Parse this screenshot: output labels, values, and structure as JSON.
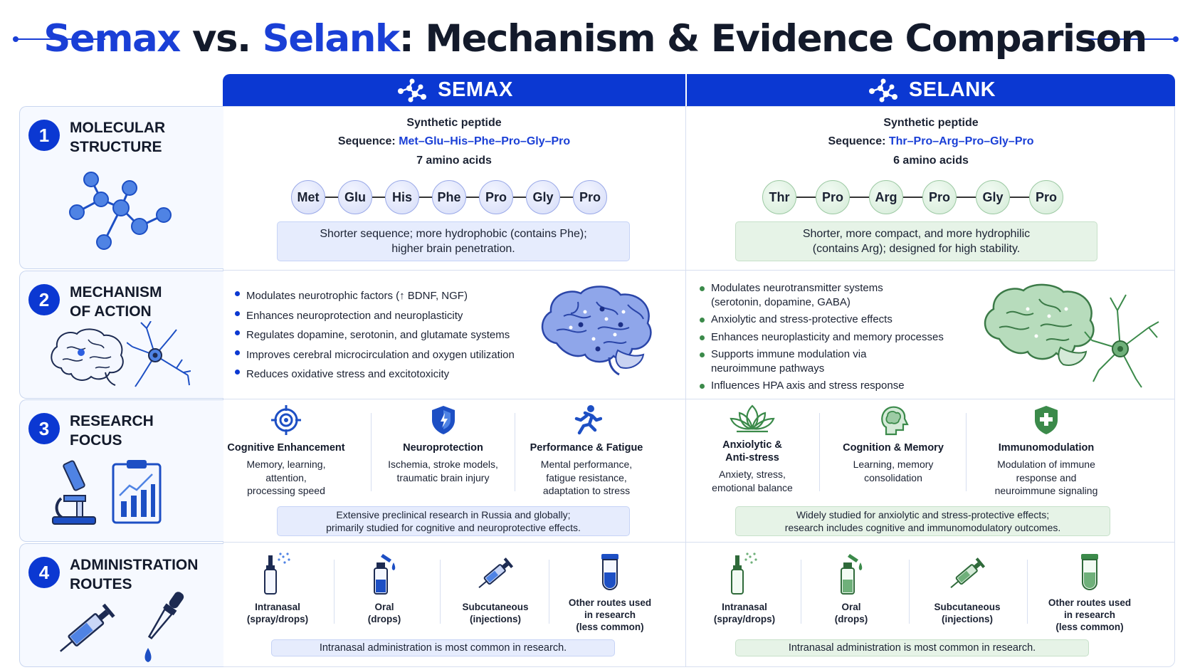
{
  "title": {
    "part1": "Semax",
    "part2": "vs.",
    "part3": "Selank",
    "part4": ": Mechanism & Evidence Comparison"
  },
  "columns": {
    "semax": "SEMAX",
    "selank": "SELANK"
  },
  "rows": [
    {
      "num": "1",
      "label": "MOLECULAR\nSTRUCTURE"
    },
    {
      "num": "2",
      "label": "MECHANISM\nOF ACTION"
    },
    {
      "num": "3",
      "label": "RESEARCH\nFOCUS"
    },
    {
      "num": "4",
      "label": "ADMINISTRATION\nROUTES"
    }
  ],
  "structure": {
    "semax": {
      "type": "Synthetic peptide",
      "seq_label": "Sequence:",
      "sequence": "Met–Glu–His–Phe–Pro–Gly–Pro",
      "count": "7 amino acids",
      "residues": [
        "Met",
        "Glu",
        "His",
        "Phe",
        "Pro",
        "Gly",
        "Pro"
      ],
      "note_line1": "Shorter sequence; more hydrophobic (contains Phe);",
      "note_line2": "higher brain penetration."
    },
    "selank": {
      "type": "Synthetic peptide",
      "seq_label": "Sequence:",
      "sequence": "Thr–Pro–Arg–Pro–Gly–Pro",
      "count": "6 amino acids",
      "residues": [
        "Thr",
        "Pro",
        "Arg",
        "Pro",
        "Gly",
        "Pro"
      ],
      "note_line1": "Shorter, more compact, and more hydrophilic",
      "note_line2": "(contains Arg); designed for high stability."
    }
  },
  "mechanism": {
    "semax": [
      "Modulates neurotrophic factors (↑ BDNF, NGF)",
      "Enhances neuroprotection and neuroplasticity",
      "Regulates dopamine, serotonin, and glutamate systems",
      "Improves cerebral microcirculation and oxygen utilization",
      "Reduces oxidative stress and excitotoxicity"
    ],
    "selank": [
      "Modulates neurotransmitter systems\n(serotonin, dopamine, GABA)",
      "Anxiolytic and stress-protective effects",
      "Enhances neuroplasticity and memory processes",
      "Supports immune modulation via\nneuroimmune pathways",
      "Influences HPA axis and stress response"
    ]
  },
  "research": {
    "semax": {
      "items": [
        {
          "icon": "target-icon",
          "head": "Cognitive Enhancement",
          "desc": "Memory, learning, attention,\nprocessing speed"
        },
        {
          "icon": "shield-icon",
          "head": "Neuroprotection",
          "desc": "Ischemia, stroke models,\ntraumatic brain injury"
        },
        {
          "icon": "runner-icon",
          "head": "Performance & Fatigue",
          "desc": "Mental performance,\nfatigue resistance,\nadaptation to stress"
        }
      ],
      "note_line1": "Extensive preclinical research in Russia and globally;",
      "note_line2": "primarily studied for cognitive and neuroprotective effects."
    },
    "selank": {
      "items": [
        {
          "icon": "lotus-icon",
          "head": "Anxiolytic &\nAnti-stress",
          "desc": "Anxiety, stress,\nemotional balance"
        },
        {
          "icon": "head-icon",
          "head": "Cognition & Memory",
          "desc": "Learning, memory\nconsolidation"
        },
        {
          "icon": "shield-plus-icon",
          "head": "Immunomodulation",
          "desc": "Modulation of immune\nresponse and\nneuroimmune signaling"
        }
      ],
      "note_line1": "Widely studied for anxiolytic and stress-protective effects;",
      "note_line2": "research includes cognitive and immunomodulatory outcomes."
    }
  },
  "routes": {
    "semax": [
      {
        "icon": "spray-icon",
        "label": "Intranasal\n(spray/drops)"
      },
      {
        "icon": "dropper-bottle-icon",
        "label": "Oral\n(drops)"
      },
      {
        "icon": "syringe-icon",
        "label": "Subcutaneous\n(injections)"
      },
      {
        "icon": "vial-icon",
        "label": "Other routes used\nin research\n(less common)"
      }
    ],
    "selank": [
      {
        "icon": "spray-icon",
        "label": "Intranasal\n(spray/drops)"
      },
      {
        "icon": "dropper-bottle-icon",
        "label": "Oral\n(drops)"
      },
      {
        "icon": "syringe-icon",
        "label": "Subcutaneous\n(injections)"
      },
      {
        "icon": "vial-icon",
        "label": "Other routes used\nin research\n(less common)"
      }
    ],
    "semax_note": "Intranasal administration is most common in research.",
    "selank_note": "Intranasal administration is most common in research."
  },
  "colors": {
    "primary": "#0b38d2",
    "semax_tint": "#e6ecfd",
    "selank_tint": "#e6f3e7",
    "selank_green": "#3b8a4a"
  }
}
